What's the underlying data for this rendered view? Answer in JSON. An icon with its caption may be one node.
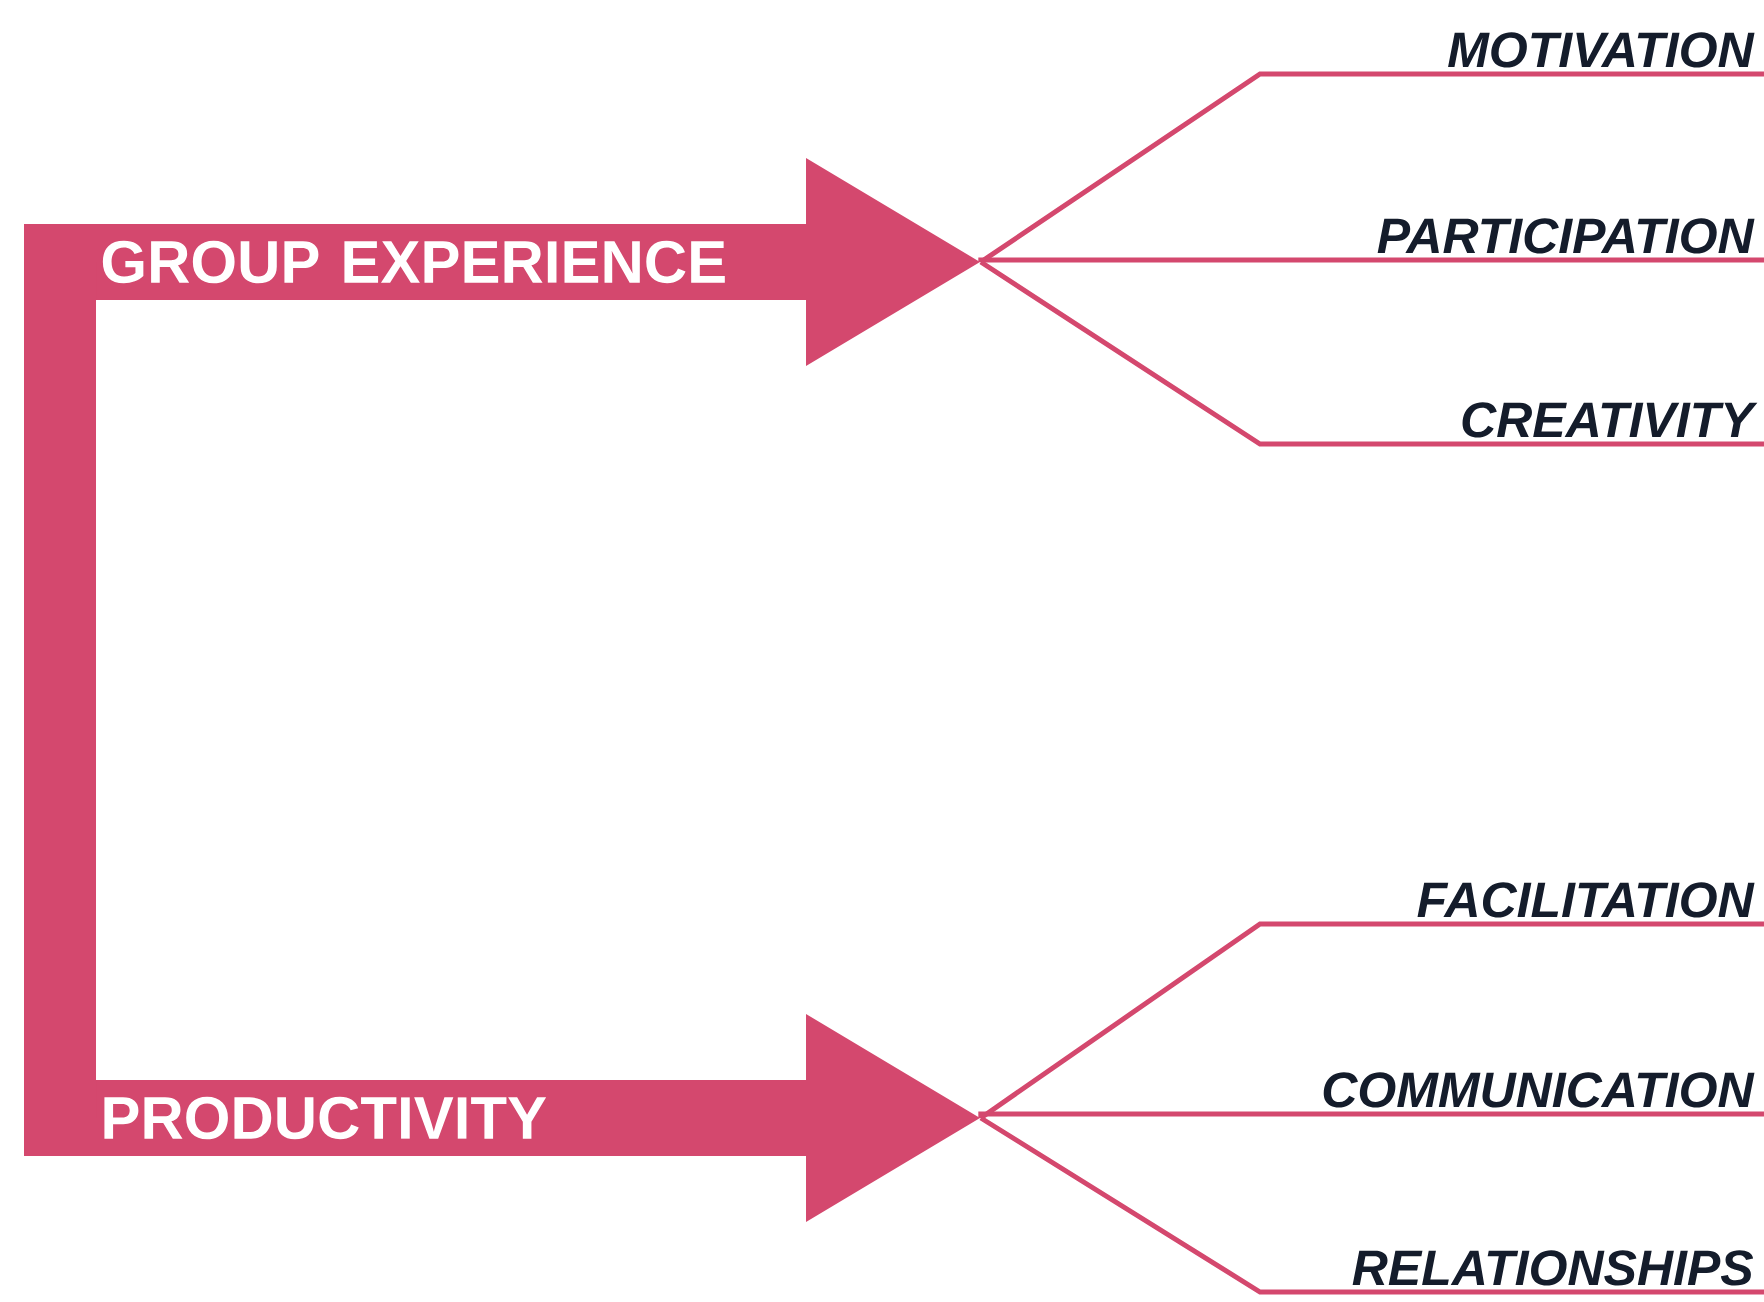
{
  "diagram": {
    "nodes": [
      {
        "text": [
          "GROUP EXPERIENCE"
        ]
      },
      {
        "text": [
          "PRODUCTIVITY"
        ]
      },
      {
        "text": [
          "MOTIVATION"
        ]
      },
      {
        "text": [
          "PARTICIPATION"
        ]
      },
      {
        "text": [
          "CREATIVITY"
        ]
      },
      {
        "text": [
          "FACILITATION"
        ]
      },
      {
        "text": [
          "COMMUNICATION"
        ]
      },
      {
        "text": [
          "RELATIONSHIPS"
        ]
      }
    ],
    "edges": [
      {
        "from": 0,
        "to": 1,
        "arrow": "none",
        "style": "thick"
      },
      {
        "from": 0,
        "to": 2,
        "arrow": "none"
      },
      {
        "from": 0,
        "to": 3,
        "arrow": "none"
      },
      {
        "from": 0,
        "to": 4,
        "arrow": "none"
      },
      {
        "from": 1,
        "to": 5,
        "arrow": "none"
      },
      {
        "from": 1,
        "to": 6,
        "arrow": "none"
      },
      {
        "from": 1,
        "to": 7,
        "arrow": "none"
      }
    ]
  }
}
